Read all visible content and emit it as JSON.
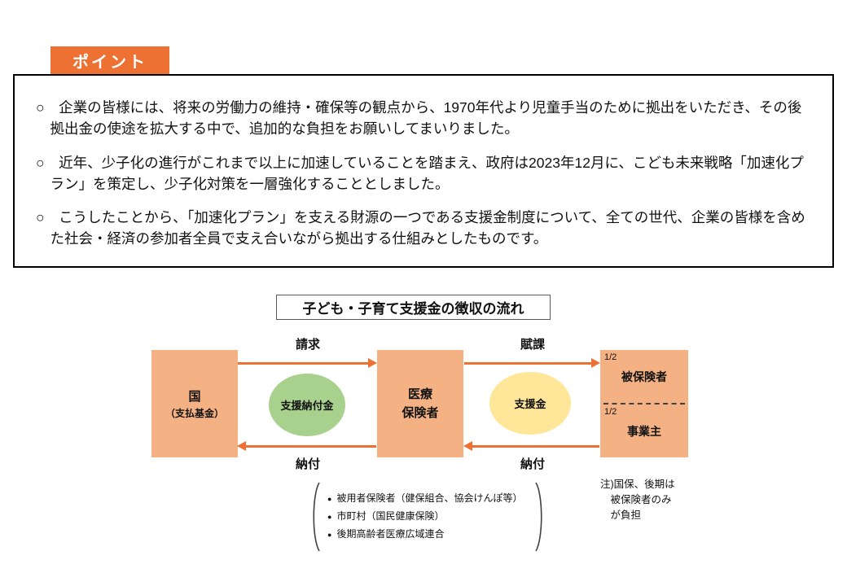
{
  "colors": {
    "accent": "#ED7132",
    "box_fill": "#F4B183",
    "green": "#A9D18E",
    "yellow": "#FFE699"
  },
  "header": {
    "label": "ポイント"
  },
  "points": [
    "○　企業の皆様には、将来の労働力の維持・確保等の観点から、1970年代より児童手当のために拠出をいただき、その後拠出金の使途を拡大する中で、追加的な負担をお願いしてまいりました。",
    "○　近年、少子化の進行がこれまで以上に加速していることを踏まえ、政府は2023年12月に、こども未来戦略「加速化プラン」を策定し、少子化対策を一層強化することとしました。",
    "○　こうしたことから、「加速化プラン」を支える財源の一つである支援金制度について、全ての世代、企業の皆様を含めた社会・経済の参加者全員で支え合いながら拠出する仕組みとしたものです。"
  ],
  "diagram": {
    "title": "子ども・子育て支援金の徴収の流れ",
    "left_box": {
      "line1": "国",
      "line2": "（支払基金）"
    },
    "middle_box": "医療\n保険者",
    "right_box": {
      "top_fraction": "1/2",
      "top_label": "被保険者",
      "bottom_fraction": "1/2",
      "bottom_label": "事業主"
    },
    "green_ellipse": "支援納付金",
    "yellow_ellipse": "支援金",
    "arrow_labels": {
      "request": "請求",
      "levy": "賦課",
      "payment_left": "納付",
      "payment_right": "納付"
    },
    "list_bullet": "●",
    "insurers": [
      "被用者保険者（健保組合、協会けんぽ等）",
      "市町村（国民健康保険）",
      "後期高齢者医療広域連合"
    ],
    "note": "注)国保、後期は\n　被保険者のみ\n　が負担"
  }
}
